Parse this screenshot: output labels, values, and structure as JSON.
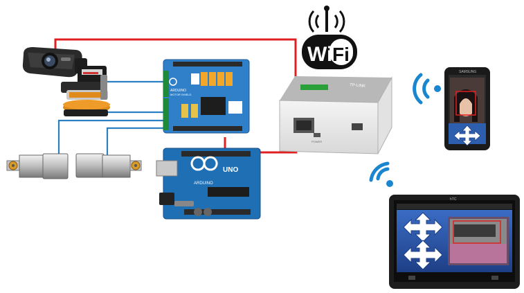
{
  "wifi_logo": {
    "left": "Wi",
    "right": "Fi"
  },
  "router": {
    "brand": "TP-LINK",
    "port_label": "POWER"
  },
  "motor_shield": {
    "logo": "ARDUINO",
    "text": "MOTOR SHIELD"
  },
  "arduino_uno": {
    "brand": "ARDUINO",
    "model": "UNO"
  },
  "phone": {
    "brand": "SAMSUNG"
  },
  "tablet": {
    "brand": "hTC"
  },
  "colors": {
    "wire_red": "#e02020",
    "wire_blue": "#2c7fc0",
    "wifi_waves": "#1a86d0",
    "shield_board": "#2f7fc9",
    "uno_board": "#1f6fb5",
    "tablet_screen": "#2b56a8"
  },
  "icons": [
    "webcam-icon",
    "servo-pan-tilt-icon",
    "dc-motor-icon",
    "wifi-logo-icon",
    "router-icon",
    "phone-icon",
    "tablet-icon",
    "direction-pad-icon",
    "wifi-waves-icon"
  ]
}
